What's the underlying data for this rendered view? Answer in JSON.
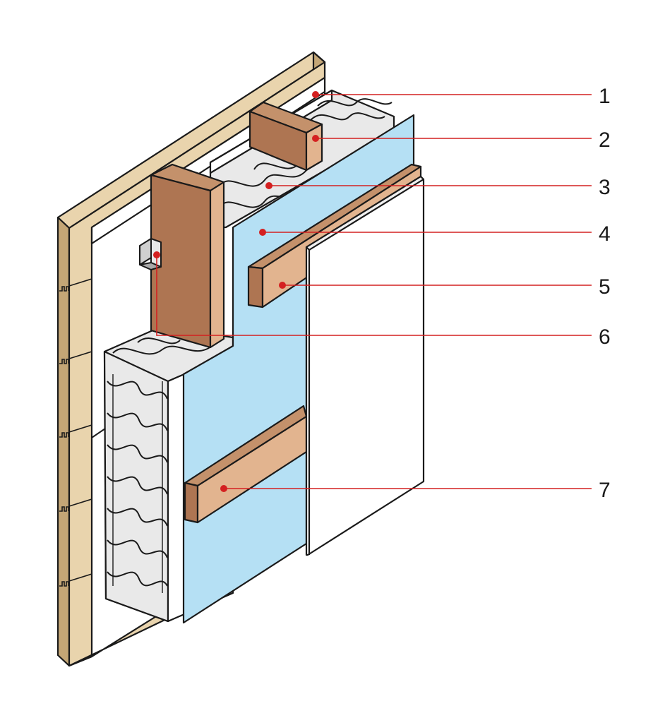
{
  "colors": {
    "wood_light": "#E9D4AD",
    "wood_dark": "#C4A676",
    "timber_face": "#AE7552",
    "timber_side": "#E2B48F",
    "membrane": "#B5E0F4",
    "insulation": "#E9E9E9",
    "board": "#FFFFFF",
    "outline": "#1A1A1A",
    "callout_line": "#D42020",
    "callout_dot": "#D42020"
  },
  "callouts": [
    {
      "id": "1",
      "label": "1"
    },
    {
      "id": "2",
      "label": "2"
    },
    {
      "id": "3",
      "label": "3"
    },
    {
      "id": "4",
      "label": "4"
    },
    {
      "id": "5",
      "label": "5"
    },
    {
      "id": "6",
      "label": "6"
    },
    {
      "id": "7",
      "label": "7"
    }
  ]
}
